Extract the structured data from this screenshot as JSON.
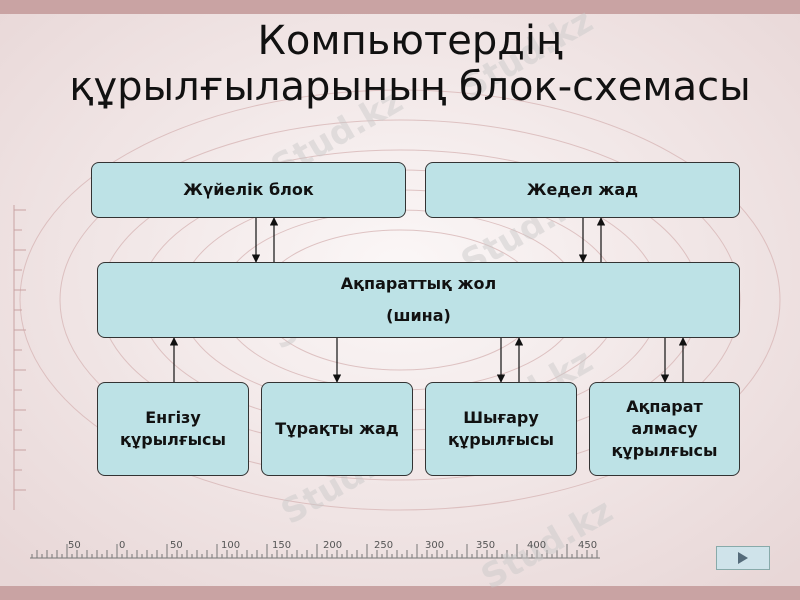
{
  "title": {
    "line1": "Компьютердің",
    "line2": "құрылғыларының блок-схемасы"
  },
  "diagram": {
    "system_block": "Жүйелік блок",
    "ram": "Жедел жад",
    "bus_line1": "Ақпараттық жол",
    "bus_line2": "(шина)",
    "input_line1": "Енгізу",
    "input_line2": "құрылғысы",
    "storage": "Тұрақты жад",
    "output_line1": "Шығару",
    "output_line2": "құрылғысы",
    "exchange_line1": "Ақпарат",
    "exchange_line2": "алмасу",
    "exchange_line3": "құрылғысы"
  },
  "ruler": {
    "labels": [
      "50",
      "0",
      "50",
      "100",
      "150",
      "200",
      "250",
      "300",
      "350",
      "400",
      "450"
    ]
  },
  "watermark": "Stud.kz",
  "colors": {
    "box": "#bde2e6",
    "accent": "#c99a9a"
  },
  "nav": {
    "icon": "play-triangle-icon"
  }
}
